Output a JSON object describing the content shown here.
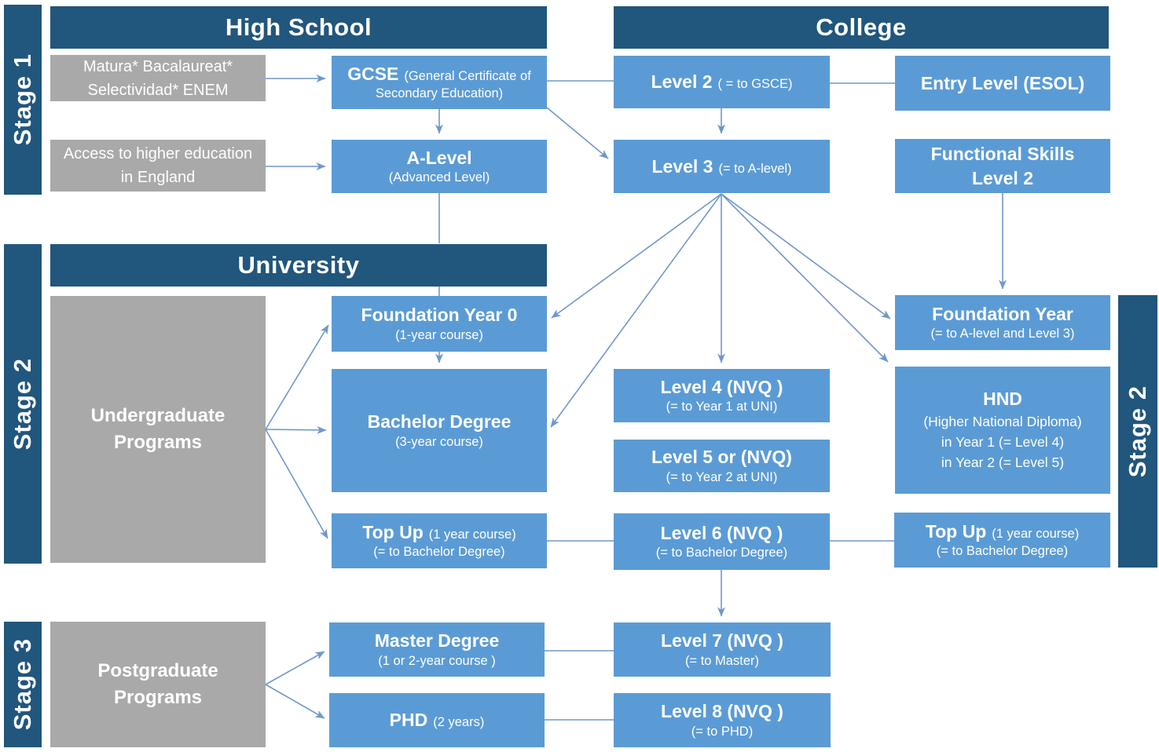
{
  "colors": {
    "dark_blue": "#21567D",
    "light_blue": "#5B9BD5",
    "gray": "#A9A9A9",
    "arrow_blue": "#6F98C9",
    "text": "#FFFFFF",
    "background": "#FFFFFF"
  },
  "stage_bars": {
    "left_stage1": "Stage 1",
    "left_stage2": "Stage 2",
    "left_stage3": "Stage 3",
    "right_stage2": "Stage 2"
  },
  "section_headers": {
    "high_school": "High School",
    "college": "College",
    "university": "University"
  },
  "gray_boxes": {
    "matura": {
      "line1": "Matura* Bacalaureat*",
      "line2": "Selectividad* ENEM"
    },
    "access": {
      "line1": "Access to higher education",
      "line2": "in England"
    },
    "undergraduate": {
      "line1": "Undergraduate",
      "line2": "Programs"
    },
    "postgraduate": {
      "line1": "Postgraduate",
      "line2": "Programs"
    }
  },
  "boxes": {
    "gcse": {
      "title": "GCSE",
      "sub": "(General Certificate of Secondary Education)"
    },
    "a_level": {
      "title": "A-Level",
      "sub": "(Advanced Level)"
    },
    "level2": {
      "title": "Level 2",
      "sub": "( = to GSCE)"
    },
    "entry_level": {
      "title": "Entry Level (ESOL)"
    },
    "level3": {
      "title": "Level 3",
      "sub": "(= to A-level)"
    },
    "functional_skills": {
      "title": "Functional Skills",
      "title2": "Level 2"
    },
    "foundation_year0": {
      "title": "Foundation Year 0",
      "sub": "(1-year course)"
    },
    "bachelor": {
      "title": "Bachelor Degree",
      "sub": "(3-year course)"
    },
    "top_up_university": {
      "title": "Top Up",
      "sub": "(1 year course)",
      "sub2": "(= to Bachelor Degree)"
    },
    "level4": {
      "title": "Level 4 (NVQ )",
      "sub": "(= to Year 1 at UNI)"
    },
    "level5": {
      "title": "Level 5 or (NVQ)",
      "sub": "(= to Year 2 at UNI)"
    },
    "level6": {
      "title": "Level 6 (NVQ )",
      "sub": "(= to Bachelor Degree)"
    },
    "foundation_year": {
      "title": "Foundation Year",
      "sub": "(= to A-level and Level 3)"
    },
    "hnd": {
      "title": "HND",
      "sub": "(Higher National Diploma)",
      "sub2": "in Year 1 (= Level 4)",
      "sub3": "in Year 2 (= Level 5)"
    },
    "top_up_college": {
      "title": "Top Up",
      "sub": "(1 year course)",
      "sub2": "(= to Bachelor Degree)"
    },
    "master": {
      "title": "Master Degree",
      "sub": "(1 or 2-year course )"
    },
    "phd": {
      "title": "PHD",
      "sub": "(2 years)"
    },
    "level7": {
      "title": "Level 7 (NVQ )",
      "sub": "(= to Master)"
    },
    "level8": {
      "title": "Level 8 (NVQ )",
      "sub": "(= to PHD)"
    }
  }
}
